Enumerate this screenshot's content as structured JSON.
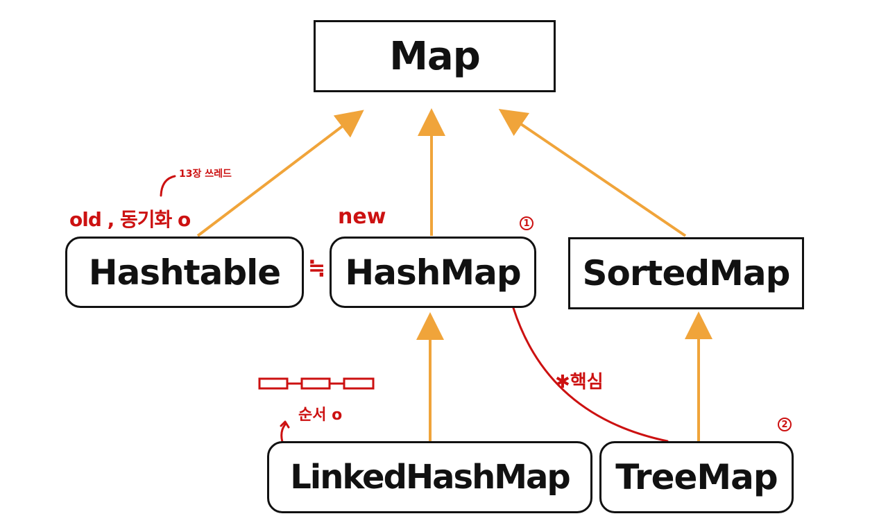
{
  "nodes": {
    "map": "Map",
    "hashtable": "Hashtable",
    "hashmap": "HashMap",
    "sortedmap": "SortedMap",
    "linkedhashmap_prefix": "Linked",
    "linkedhashmap_suffix": "HashMap",
    "treemap": "TreeMap"
  },
  "annotations": {
    "thread_chapter": "13장 쓰레드",
    "old_sync": "old , 동기화 o",
    "new": "new",
    "approx_equal": "≒",
    "core": "✱핵심",
    "order": "순서 o",
    "hashmap_number": "1",
    "treemap_number": "2"
  },
  "colors": {
    "arrow": "#f0a43a",
    "annotation": "#cc1111",
    "border": "#111111"
  }
}
